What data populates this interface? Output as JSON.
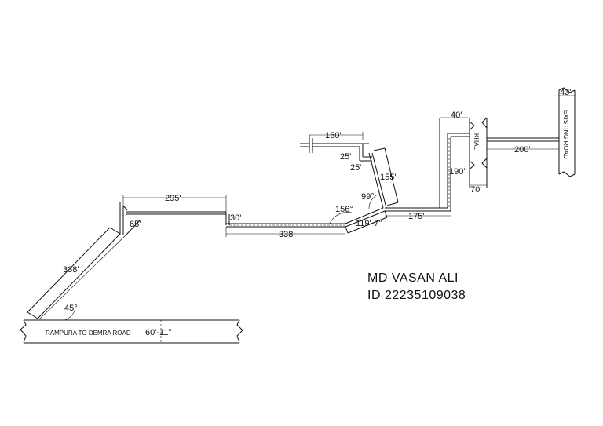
{
  "author": {
    "name": "MD VASAN ALI",
    "id": "ID 22235109038"
  },
  "roads": {
    "main_road": "RAMPURA TO DEMRA ROAD",
    "main_road_width": "60'-11\"",
    "existing_road": "EXISTING ROAD",
    "khal": "KHAL"
  },
  "dimensions": {
    "d338_diag": "338'",
    "d45_angle": "45°",
    "d65": "65'",
    "d295": "295'",
    "d30": "30'",
    "d338_bottom": "338'",
    "d156_angle": "156°",
    "d99_angle": "99°",
    "d155": "155'",
    "d150": "150'",
    "d25_a": "25'",
    "d25_b": "25'",
    "d119": "119'-7\"",
    "d175": "175'",
    "d190": "190'",
    "d40": "40'",
    "d70": "70'",
    "d200": "200'",
    "d43": "43'"
  }
}
